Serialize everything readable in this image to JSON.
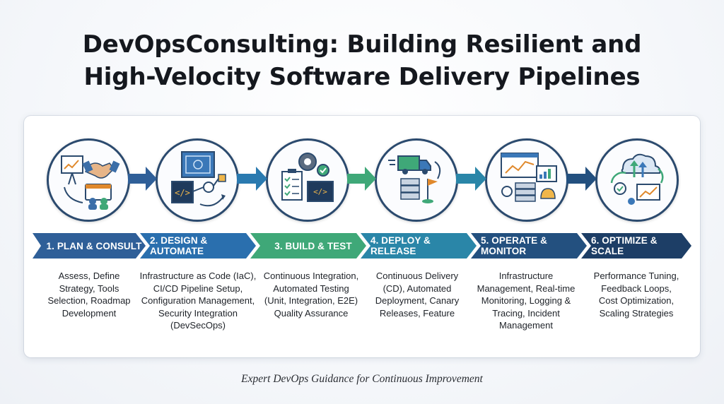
{
  "title": {
    "line1": "DevOpsConsulting: Building Resilient and",
    "line2": "High-Velocity Software Delivery Pipelines"
  },
  "stages": [
    {
      "label": "1. PLAN & CONSULT",
      "color": "#2f5f98",
      "icon": "handshake-planning-icon",
      "description": "Assess, Define\nStrategy, Tools\nSelection, Roadmap\nDevelopment"
    },
    {
      "label": "2. DESIGN & AUTOMATE",
      "color": "#2a6fae",
      "icon": "blueprint-code-icon",
      "description": "Infrastructure as Code (IaC),\nCI/CD Pipeline Setup,\nConfiguration Management,\nSecurity Integration\n(DevSecOps)"
    },
    {
      "label": "3. BUILD & TEST",
      "color": "#3fa878",
      "icon": "gears-checklist-icon",
      "description": "Continuous Integration,\nAutomated Testing\n(Unit, Integration, E2E)\nQuality Assurance"
    },
    {
      "label": "4. DEPLOY & RELEASE",
      "color": "#2a86a8",
      "icon": "truck-server-flag-icon",
      "description": "Continuous Delivery\n(CD), Automated\nDeployment, Canary\nReleases, Feature"
    },
    {
      "label": "5. OPERATE & MONITOR",
      "color": "#23507f",
      "icon": "dashboard-monitor-icon",
      "description": "Infrastructure\nManagement, Real-time\nMonitoring, Logging &\nTracing, Incident\nManagement"
    },
    {
      "label": "6. OPTIMIZE & SCALE",
      "color": "#1d3e66",
      "icon": "cloud-scale-icon",
      "description": "Performance Tuning,\nFeedback Loops,\nCost Optimization,\nScaling Strategies"
    }
  ],
  "footer": "Expert DevOps Guidance for Continuous Improvement"
}
